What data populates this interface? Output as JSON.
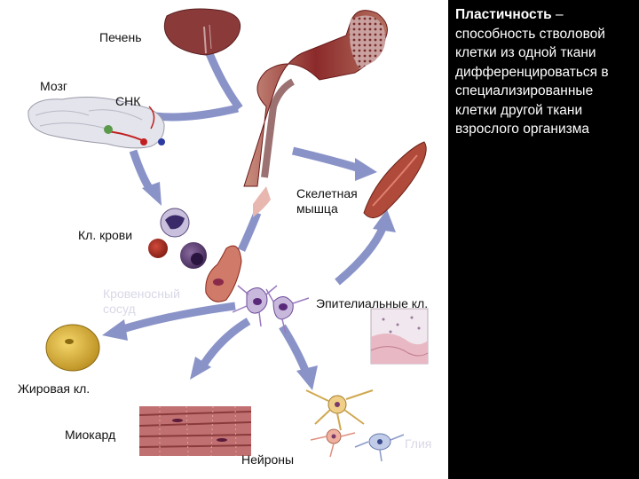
{
  "labels": {
    "liver": "Печень",
    "brain": "Мозг",
    "cns": "СНК",
    "skeletal_muscle": "Скелетная мышца",
    "blood_cells": "Кл. крови",
    "blood_vessel": "Кровеносный сосуд",
    "epithelial": "Эпителиальные кл.",
    "fat_cell": "Жировая кл.",
    "myocardium": "Миокард",
    "neurons": "Нейроны",
    "glia": "Глия"
  },
  "definition": {
    "term": "Пластичность",
    "dash": " –",
    "text": "способность стволовой клетки из одной ткани дифференцироваться в специализированные клетки другой ткани взрослого организма"
  },
  "colors": {
    "background": "#000000",
    "panel": "#ffffff",
    "arrow": "#8a93c8",
    "bone": "#8b2a2a",
    "liver": "#8b3a3a"
  }
}
